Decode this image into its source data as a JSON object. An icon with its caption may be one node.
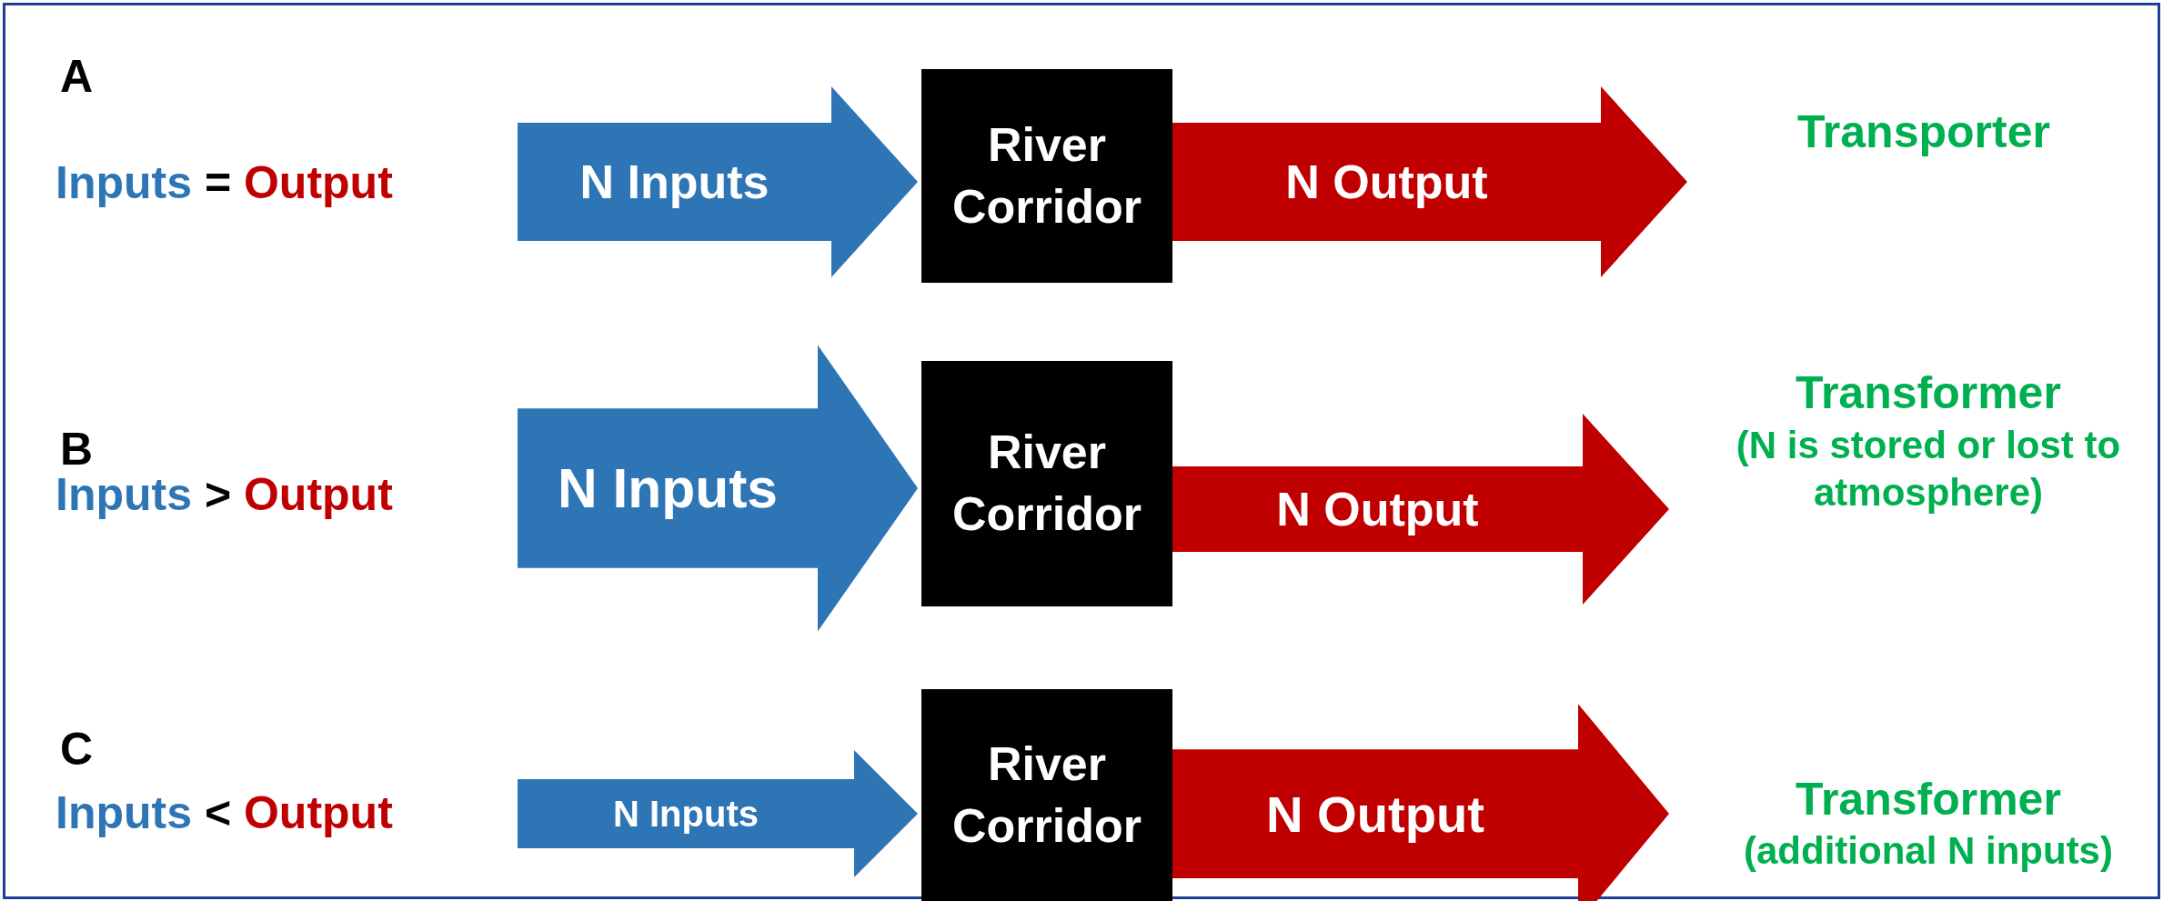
{
  "diagram": {
    "nodes": [
      {
        "text": [
          "River Corridor"
        ]
      },
      {
        "text": [
          "Transporter"
        ]
      },
      {
        "text": [
          "River Corridor"
        ]
      },
      {
        "text": [
          "Transformer",
          "(N is stored or lost to atmosphere)"
        ]
      },
      {
        "text": [
          "River Corridor"
        ]
      },
      {
        "text": [
          "Transformer",
          "(additional N inputs)"
        ]
      }
    ],
    "edges": [
      {
        "from": null,
        "to": 0,
        "arrow": "to",
        "label": "N Inputs",
        "color": "#2e75b6"
      },
      {
        "from": 0,
        "to": 1,
        "arrow": "to",
        "label": "N Output",
        "color": "#c00000"
      },
      {
        "from": null,
        "to": 2,
        "arrow": "to",
        "label": "N Inputs",
        "color": "#2e75b6",
        "style": "thick"
      },
      {
        "from": 2,
        "to": 3,
        "arrow": "to",
        "label": "N Output",
        "color": "#c00000"
      },
      {
        "from": null,
        "to": 4,
        "arrow": "to",
        "label": "N Inputs",
        "color": "#2e75b6"
      },
      {
        "from": 4,
        "to": 5,
        "arrow": "to",
        "label": "N Output",
        "color": "#c00000",
        "style": "thick"
      }
    ],
    "labels": [
      "A",
      "Inputs = Output",
      "B",
      "Inputs > Output",
      "C",
      "Inputs < Output"
    ]
  }
}
